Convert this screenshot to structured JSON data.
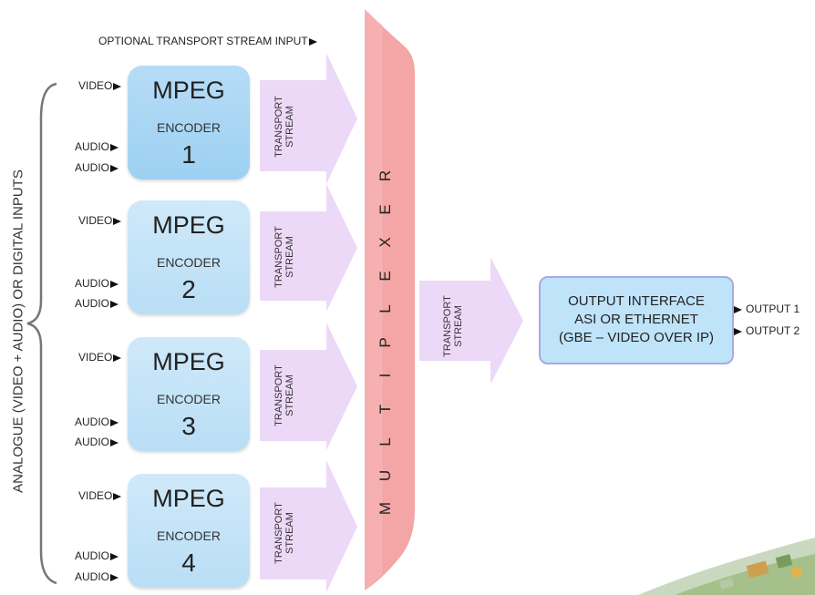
{
  "side_label": "ANALOGUE (VIDEO  + AUDIO) OR DIGITAL INPUTS",
  "optional_input": "OPTIONAL TRANSPORT STREAM INPUT",
  "encoders": [
    {
      "title": "MPEG",
      "subtitle": "ENCODER",
      "number": "1",
      "video": "VIDEO",
      "audio1": "AUDIO",
      "audio2": "AUDIO",
      "stream": "TRANSPORT\nSTREAM"
    },
    {
      "title": "MPEG",
      "subtitle": "ENCODER",
      "number": "2",
      "video": "VIDEO",
      "audio1": "AUDIO",
      "audio2": "AUDIO",
      "stream": "TRANSPORT\nSTREAM"
    },
    {
      "title": "MPEG",
      "subtitle": "ENCODER",
      "number": "3",
      "video": "VIDEO",
      "audio1": "AUDIO",
      "audio2": "AUDIO",
      "stream": "TRANSPORT\nSTREAM"
    },
    {
      "title": "MPEG",
      "subtitle": "ENCODER",
      "number": "4",
      "video": "VIDEO",
      "audio1": "AUDIO",
      "audio2": "AUDIO",
      "stream": "TRANSPORT\nSTREAM"
    }
  ],
  "multiplexer_letters": [
    "M",
    "U",
    "L",
    "T",
    "I",
    "P",
    "L",
    "E",
    "X",
    "E",
    "R"
  ],
  "mux_output_stream": "TRANSPORT\nSTREAM",
  "output_box": {
    "line1": "OUTPUT INTERFACE",
    "line2": "ASI OR ETHERNET",
    "line3": "(GBE – VIDEO OVER IP)"
  },
  "outputs": [
    "OUTPUT 1",
    "OUTPUT 2"
  ],
  "colors": {
    "encoder": "#b9def6",
    "stream_arrow": "#ecd9f7",
    "multiplexer": "#f4a5a5",
    "output_box": "#bfe3f9"
  }
}
